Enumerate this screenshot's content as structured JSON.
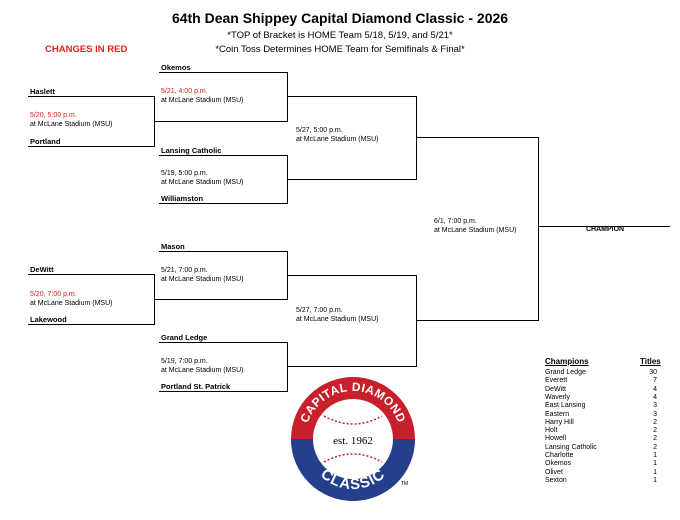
{
  "title": "64th Dean Shippey Capital Diamond Classic - 2026",
  "subtitle1": "*TOP of Bracket is HOME Team 5/18, 5/19, and 5/21*",
  "subtitle2": "*Coin Toss Determines HOME Team for Semifinals & Final*",
  "changes_note": "CHANGES IN RED",
  "round1": [
    {
      "top": "Haslett",
      "bottom": "Portland",
      "date": "5/20, 5:00 p.m.",
      "venue": "at McLane Stadium (MSU)"
    },
    {
      "top": "DeWitt",
      "bottom": "Lakewood",
      "date": "5/20, 7:00 p.m.",
      "venue": "at McLane Stadium (MSU)"
    }
  ],
  "round2": [
    {
      "top": "Okemos",
      "date": "5/21, 4:00 p.m.",
      "venue": "at McLane Stadium (MSU)"
    },
    {
      "top": "Lansing Catholic",
      "bottom": "Williamston",
      "date": "5/19, 5:00 p.m.",
      "venue": "at McLane Stadium (MSU)"
    },
    {
      "top": "Mason",
      "date": "5/21, 7:00 p.m.",
      "venue": "at McLane Stadium (MSU)"
    },
    {
      "top": "Grand Ledge",
      "bottom": "Portland St. Patrick",
      "date": "5/19, 7:00 p.m.",
      "venue": "at McLane Stadium (MSU)"
    }
  ],
  "semis": [
    {
      "date": "5/27, 5:00 p.m.",
      "venue": "at McLane Stadium (MSU)"
    },
    {
      "date": "5/27, 7:00 p.m.",
      "venue": "at McLane Stadium (MSU)"
    }
  ],
  "final": {
    "date": "6/1, 7:00 p.m.",
    "venue": "at McLane Stadium (MSU)"
  },
  "champion_label": "CHAMPION",
  "champions_table": {
    "header_name": "Champions",
    "header_titles": "Titles",
    "rows": [
      {
        "name": "Grand Ledge",
        "titles": "30"
      },
      {
        "name": "Everett",
        "titles": "7"
      },
      {
        "name": "DeWitt",
        "titles": "4"
      },
      {
        "name": "Waverly",
        "titles": "4"
      },
      {
        "name": "East Lansing",
        "titles": "3"
      },
      {
        "name": "Eastern",
        "titles": "3"
      },
      {
        "name": "Harry Hill",
        "titles": "2"
      },
      {
        "name": "Holt",
        "titles": "2"
      },
      {
        "name": "Howell",
        "titles": "2"
      },
      {
        "name": "Lansing Catholic",
        "titles": "2"
      },
      {
        "name": "Charlotte",
        "titles": "1"
      },
      {
        "name": "Okemos",
        "titles": "1"
      },
      {
        "name": "Olivet",
        "titles": "1"
      },
      {
        "name": "Sexton",
        "titles": "1"
      }
    ]
  },
  "logo": {
    "top_text": "CAPITAL DIAMOND",
    "center_text": "est. 1962",
    "bottom_text": "CLASSIC",
    "tm": "TM",
    "colors": {
      "red": "#c8202b",
      "blue": "#243f8c",
      "white": "#ffffff"
    }
  },
  "colors": {
    "change_red": "#e32219"
  }
}
